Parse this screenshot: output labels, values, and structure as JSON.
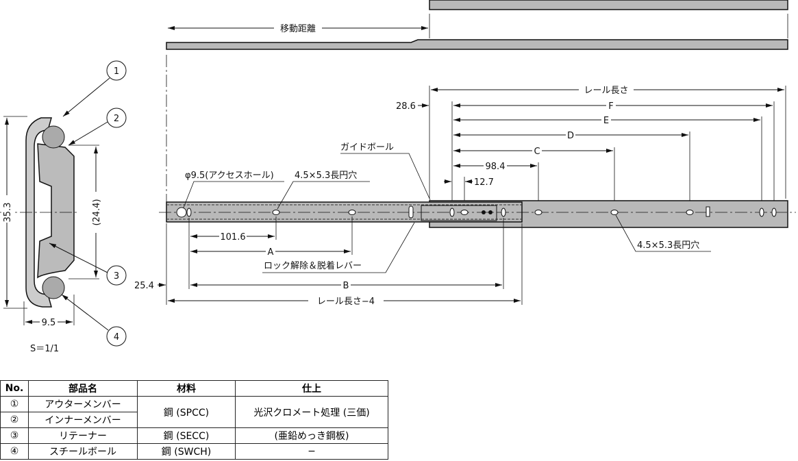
{
  "labels": {
    "travel": "移動距離",
    "rail_length": "レール長さ",
    "d286": "28.6",
    "F": "F",
    "E": "E",
    "D": "D",
    "C": "C",
    "d984": "98.4",
    "d127": "12.7",
    "guide_ball": "ガイドボール",
    "access_hole": "φ9.5(アクセスホール)",
    "slot_left": "4.5×5.3長円穴",
    "slot_right": "4.5×5.3長円穴",
    "d1016": "101.6",
    "A": "A",
    "lock_lever": "ロック解除＆脱着レバー",
    "d254": "25.4",
    "B": "B",
    "rail_length_minus": "レール長さ−4",
    "h353": "35.3",
    "h244": "(24.4)",
    "w95": "9.5",
    "scale": "S＝1/1",
    "n1": "1",
    "n2": "2",
    "n3": "3",
    "n4": "4"
  },
  "table": {
    "headers": [
      "No.",
      "部品名",
      "材料",
      "仕上"
    ],
    "rows": [
      {
        "no": "①",
        "name": "アウターメンバー",
        "material": "鋼 (SPCC)",
        "finish": "光沢クロメート処理 (三価)"
      },
      {
        "no": "②",
        "name": "インナーメンバー"
      },
      {
        "no": "③",
        "name": "リテーナー",
        "material": "鋼 (SECC)",
        "finish": "(亜鉛めっき鋼板)"
      },
      {
        "no": "④",
        "name": "スチールボール",
        "material": "鋼 (SWCH)",
        "finish": "−"
      }
    ]
  }
}
